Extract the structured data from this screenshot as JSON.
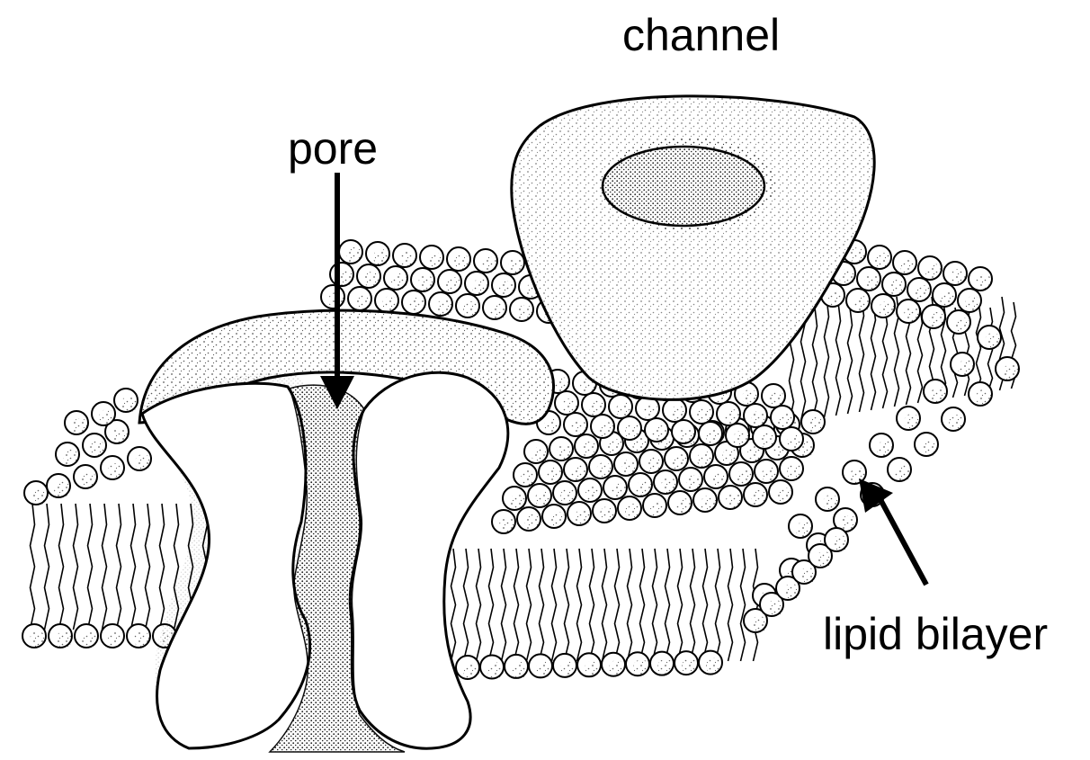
{
  "labels": {
    "channel": "channel",
    "pore": "pore",
    "lipid_bilayer": "lipid bilayer"
  },
  "colors": {
    "ink": "#000000",
    "paper": "#ffffff",
    "stipple": "#2a2a2a"
  }
}
